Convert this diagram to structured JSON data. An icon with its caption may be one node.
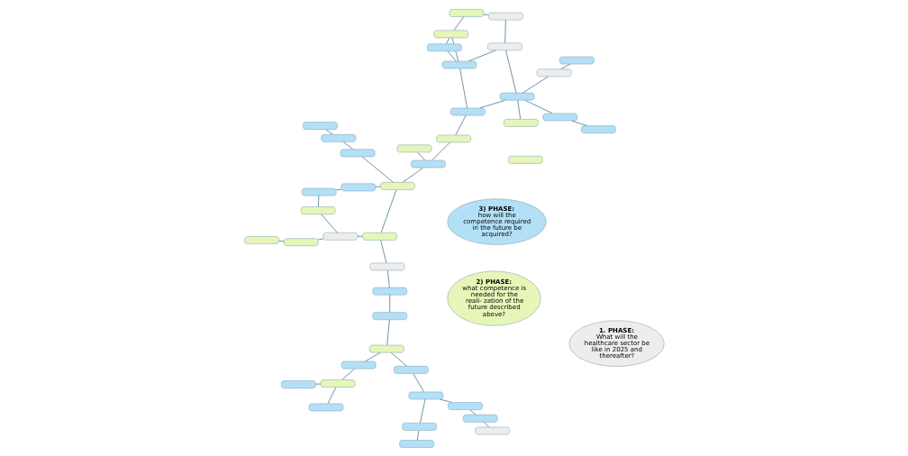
{
  "diagram": {
    "nodes": [
      {
        "text": [
          "3) PHASE:",
          "how will the competence required in the future be acquired?"
        ]
      },
      {
        "text": [
          "2) PHASE:",
          "what competence is needed for the reali- zation of the future described above?"
        ]
      },
      {
        "text": [
          "1. PHASE:",
          "What will the healthcare sector be like in 2025 and thereafter?"
        ]
      },
      {
        "text": [],
        "shape": "box"
      },
      {
        "text": [],
        "shape": "box"
      },
      {
        "text": [],
        "shape": "box"
      },
      {
        "text": [],
        "shape": "box"
      },
      {
        "text": [],
        "shape": "box"
      },
      {
        "text": [],
        "shape": "box"
      },
      {
        "text": [],
        "shape": "box"
      },
      {
        "text": [],
        "shape": "box"
      },
      {
        "text": [],
        "shape": "box"
      },
      {
        "text": [],
        "shape": "box"
      },
      {
        "text": [],
        "shape": "box"
      },
      {
        "text": [],
        "shape": "box"
      },
      {
        "text": [],
        "shape": "box"
      },
      {
        "text": [],
        "shape": "box"
      },
      {
        "text": [],
        "shape": "box"
      },
      {
        "text": [],
        "shape": "box"
      },
      {
        "text": [],
        "shape": "box"
      },
      {
        "text": [],
        "shape": "box"
      },
      {
        "text": [],
        "shape": "box"
      },
      {
        "text": [],
        "shape": "box"
      },
      {
        "text": [],
        "shape": "box"
      },
      {
        "text": [],
        "shape": "box"
      },
      {
        "text": [],
        "shape": "box"
      },
      {
        "text": [],
        "shape": "box"
      },
      {
        "text": [],
        "shape": "box"
      },
      {
        "text": [],
        "shape": "box"
      },
      {
        "text": [],
        "shape": "box"
      },
      {
        "text": [],
        "shape": "box"
      },
      {
        "text": [],
        "shape": "box"
      },
      {
        "text": [],
        "shape": "box"
      },
      {
        "text": [],
        "shape": "box"
      },
      {
        "text": [],
        "shape": "box"
      },
      {
        "text": [],
        "shape": "box"
      },
      {
        "text": [],
        "shape": "box"
      },
      {
        "text": [],
        "shape": "box"
      },
      {
        "text": [],
        "shape": "box"
      },
      {
        "text": [],
        "shape": "box"
      },
      {
        "text": [],
        "shape": "box"
      },
      {
        "text": [],
        "shape": "box"
      },
      {
        "text": [],
        "shape": "box"
      },
      {
        "text": [],
        "shape": "box"
      },
      {
        "text": [],
        "shape": "box"
      },
      {
        "text": [],
        "shape": "box"
      }
    ],
    "edges": [
      {
        "from": 3,
        "to": 5,
        "arrow": "none"
      },
      {
        "from": 4,
        "to": 9,
        "arrow": "none"
      },
      {
        "from": 6,
        "to": 9,
        "arrow": "none"
      },
      {
        "from": 8,
        "to": 9,
        "arrow": "none"
      },
      {
        "from": 4,
        "to": 17,
        "arrow": "none"
      },
      {
        "from": 5,
        "to": 7,
        "arrow": "none"
      },
      {
        "from": 7,
        "to": 11,
        "arrow": "none"
      },
      {
        "from": 7,
        "to": 12,
        "arrow": "none"
      },
      {
        "from": 11,
        "to": 15,
        "arrow": "none"
      },
      {
        "from": 15,
        "to": 18,
        "arrow": "none"
      },
      {
        "from": 12,
        "to": 17,
        "arrow": "none"
      },
      {
        "from": 17,
        "to": 21,
        "arrow": "none"
      },
      {
        "from": 21,
        "to": 19,
        "arrow": "none"
      },
      {
        "from": 19,
        "to": 25,
        "arrow": "none"
      },
      {
        "from": 13,
        "to": 23,
        "arrow": "none"
      },
      {
        "from": 23,
        "to": 30,
        "arrow": "none"
      },
      {
        "from": 25,
        "to": 33,
        "arrow": "none"
      },
      {
        "from": 33,
        "to": 30,
        "arrow": "none"
      },
      {
        "from": 30,
        "to": 37,
        "arrow": "none"
      },
      {
        "from": 37,
        "to": 40,
        "arrow": "none"
      },
      {
        "from": 40,
        "to": 45,
        "arrow": "none"
      },
      {
        "from": 33,
        "to": 36,
        "arrow": "none"
      },
      {
        "from": 36,
        "to": 45,
        "arrow": "none"
      },
      {
        "from": 35,
        "to": 36,
        "arrow": "none"
      },
      {
        "from": 35,
        "to": 44,
        "arrow": "none"
      },
      {
        "from": 42,
        "to": 44,
        "arrow": "none"
      },
      {
        "from": 31,
        "to": 36,
        "arrow": "none"
      },
      {
        "from": 26,
        "to": 31,
        "arrow": "none"
      },
      {
        "from": 29,
        "to": 31,
        "arrow": "none"
      },
      {
        "from": 24,
        "to": 29,
        "arrow": "none"
      },
      {
        "from": 24,
        "to": 28,
        "arrow": "none"
      },
      {
        "from": 28,
        "to": 32,
        "arrow": "none"
      },
      {
        "from": 32,
        "to": 41,
        "arrow": "none"
      },
      {
        "from": 28,
        "to": 38,
        "arrow": "none"
      },
      {
        "from": 38,
        "to": 43,
        "arrow": "none"
      },
      {
        "from": 28,
        "to": 34,
        "arrow": "none"
      },
      {
        "from": 22,
        "to": 28,
        "arrow": "none"
      },
      {
        "from": 16,
        "to": 22,
        "arrow": "none"
      },
      {
        "from": 16,
        "to": 24,
        "arrow": "none"
      },
      {
        "from": 27,
        "to": 22,
        "arrow": "none"
      },
      {
        "from": 20,
        "to": 27,
        "arrow": "none"
      },
      {
        "from": 14,
        "to": 20,
        "arrow": "none"
      },
      {
        "from": 10,
        "to": 14,
        "arrow": "none"
      },
      {
        "from": 10,
        "to": 16,
        "arrow": "none"
      },
      {
        "from": 14,
        "to": 16,
        "arrow": "none"
      }
    ]
  }
}
